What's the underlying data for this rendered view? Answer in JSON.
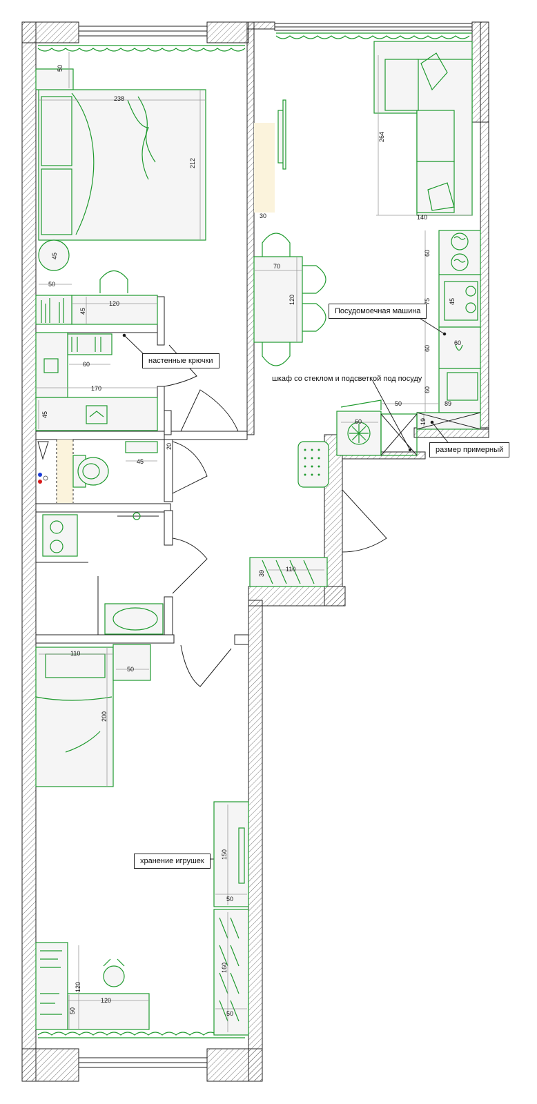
{
  "labels": {
    "hooks": "настенные крючки",
    "dishwasher": "Посудомоечная машина",
    "glass_cabinet": "шкаф со стеклом и подсветкой под посуду",
    "approx_size": "размер примерный",
    "toys": "хранение игрушек"
  },
  "dimensions": {
    "bed_depth_gap": "50",
    "bed_width": "238",
    "bed_length": "212",
    "side_table": "45",
    "shelf_depth": "50",
    "desk_depth": "45",
    "desk_width": "120",
    "hall_shelf": "60",
    "hall_wardrobe": "170",
    "hall_wardrobe_depth": "45",
    "wc_sink": "45",
    "wall_20": "20",
    "sofa_length": "264",
    "sofa_depth": "140",
    "tv_wall": "30",
    "table_width": "70",
    "table_length": "120",
    "kitchen_60a": "60",
    "kitchen_75": "75",
    "hob": "45",
    "kitchen_60b": "60",
    "dishwasher_60": "60",
    "kitchen_60c": "60",
    "sink_89": "89",
    "counter_50": "50",
    "fridge_60": "60",
    "niche_19": "19",
    "shoe_depth": "39",
    "shoe_width": "110",
    "kid_bed_width": "110",
    "kid_bed_length": "200",
    "nightstand": "50",
    "toy_cab_height": "150",
    "toy_cab_depth": "50",
    "wardrobe_height": "160",
    "wardrobe_depth": "50",
    "kid_desk_width": "120",
    "kid_desk_height": "120",
    "kid_desk_depth": "50"
  },
  "colors": {
    "furniture": "#1f9a2e",
    "wall": "#222222",
    "accent": "#fbf3dc"
  }
}
